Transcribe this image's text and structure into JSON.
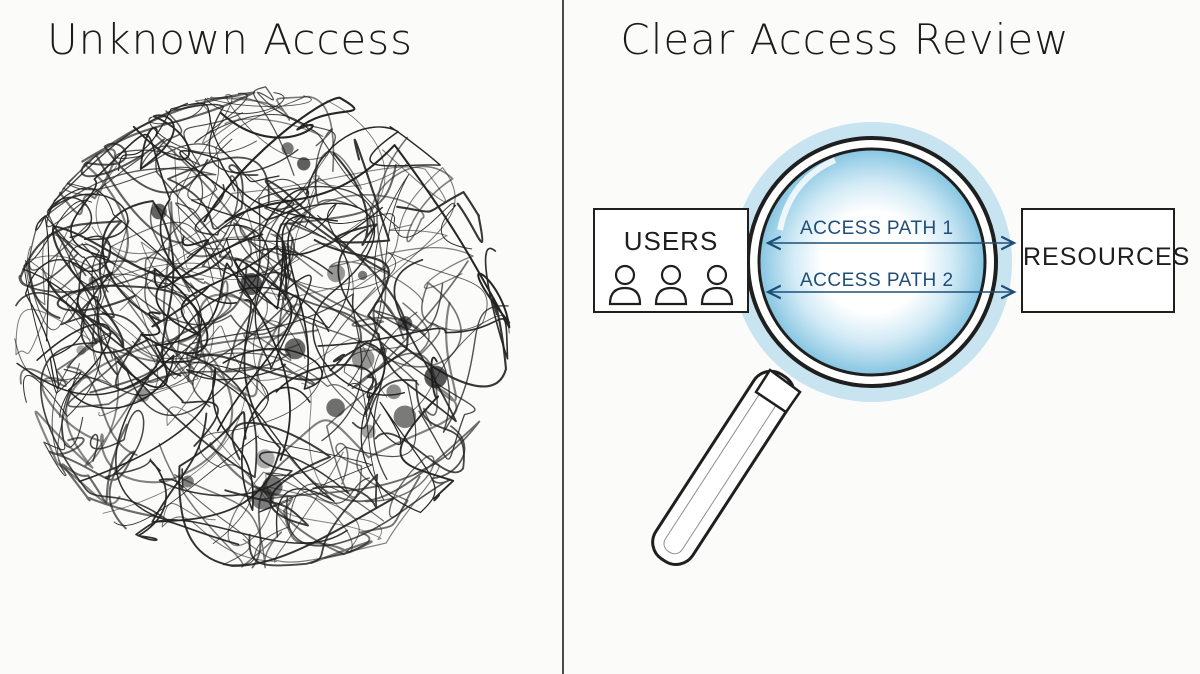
{
  "titles": {
    "left": "Unknown Access",
    "right": "Clear Access Review"
  },
  "diagram": {
    "users_label": "USERS",
    "resources_label": "RESOURCES",
    "paths": [
      "ACCESS PATH 1",
      "ACCESS PATH 2"
    ]
  },
  "colors": {
    "ink": "#1f1f1f",
    "lens_blue": "#8cc9e3",
    "path_text": "#1f4f79"
  },
  "icons": [
    "tangled-scribble",
    "magnifying-glass-icon",
    "user-icon"
  ]
}
